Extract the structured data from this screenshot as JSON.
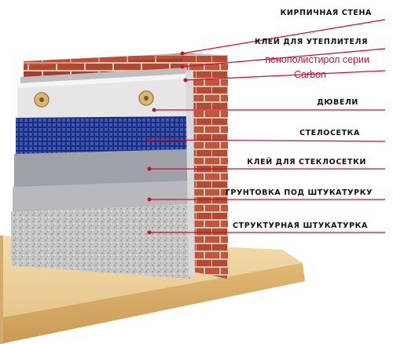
{
  "labels": {
    "brick_wall": "КИРПИЧНАЯ СТЕНА",
    "insulation_glue": "КЛЕЙ ДЛЯ УТЕПЛИТЕЛЯ",
    "eps_line1": "пенополистирол серии",
    "eps_line2": "Carbon",
    "dowels": "ДЮВЕЛИ",
    "fiberglass_mesh": "СТЕЛОСЕТКА",
    "mesh_glue": "КЛЕЙ ДЛЯ СТЕКЛОСЕТКИ",
    "primer": "ГРУНТОВКА ПОД ШТУКАТУРКУ",
    "plaster": "СТРУКТУРНАЯ ШТУКАТУРКА"
  },
  "colors": {
    "leader_line": "#c8102e",
    "brick": "#b5452c",
    "mortar": "#d8cfc4",
    "eps_board": "#e4e4e4",
    "mesh": "#2a3f9a",
    "glue_layer": "#9ea1a8",
    "primer_layer": "#b7b9bd",
    "plaster_layer": "#c9c9c9",
    "base_slab": "#e6c48a"
  }
}
